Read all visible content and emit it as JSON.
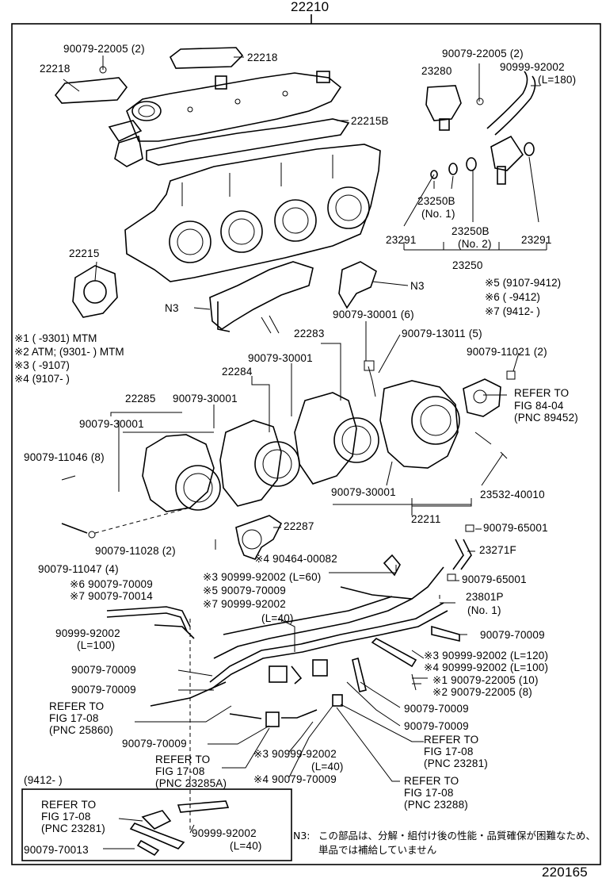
{
  "diagram": {
    "main_number": "22210",
    "figure_number": "220165",
    "callouts": [
      {
        "id": "c01",
        "text": "90079-22005 (2)"
      },
      {
        "id": "c02",
        "text": "22218"
      },
      {
        "id": "c03",
        "text": "22218"
      },
      {
        "id": "c04",
        "text": "22215B"
      },
      {
        "id": "c05",
        "text": "90079-22005 (2)"
      },
      {
        "id": "c06",
        "text": "23280"
      },
      {
        "id": "c07",
        "text": "90999-92002"
      },
      {
        "id": "c08",
        "text": "(L=180)"
      },
      {
        "id": "c09",
        "text": "23250B"
      },
      {
        "id": "c10",
        "text": "(No. 1)"
      },
      {
        "id": "c11",
        "text": "23250B"
      },
      {
        "id": "c12",
        "text": "(No. 2)"
      },
      {
        "id": "c13",
        "text": "23291"
      },
      {
        "id": "c14",
        "text": "23291"
      },
      {
        "id": "c15",
        "text": "23250"
      },
      {
        "id": "c16",
        "text": "22215"
      },
      {
        "id": "c17",
        "text": "N3"
      },
      {
        "id": "c18",
        "text": "N3"
      },
      {
        "id": "c19",
        "text": "90079-30001 (6)"
      },
      {
        "id": "c20",
        "text": "90079-13011 (5)"
      },
      {
        "id": "c21",
        "text": "22283"
      },
      {
        "id": "c22",
        "text": "90079-30001"
      },
      {
        "id": "c23",
        "text": "90079-11021 (2)"
      },
      {
        "id": "c24",
        "text": "22284"
      },
      {
        "id": "c25",
        "text": "REFER TO"
      },
      {
        "id": "c26",
        "text": "FIG 84-04"
      },
      {
        "id": "c27",
        "text": "(PNC 89452)"
      },
      {
        "id": "c28",
        "text": "22285"
      },
      {
        "id": "c29",
        "text": "90079-30001"
      },
      {
        "id": "c30",
        "text": "90079-30001"
      },
      {
        "id": "c31",
        "text": "90079-11046 (8)"
      },
      {
        "id": "c32",
        "text": "90079-30001"
      },
      {
        "id": "c33",
        "text": "23532-40010"
      },
      {
        "id": "c34",
        "text": "22211"
      },
      {
        "id": "c35",
        "text": "22287"
      },
      {
        "id": "c36",
        "text": "90079-65001"
      },
      {
        "id": "c37",
        "text": "90079-11028 (2)"
      },
      {
        "id": "c38",
        "text": "23271F"
      },
      {
        "id": "c39",
        "text": "90079-11047 (4)"
      },
      {
        "id": "c40",
        "text": "※4 90464-00082"
      },
      {
        "id": "c41",
        "text": "90079-65001"
      },
      {
        "id": "c42",
        "text": "※6 90079-70009"
      },
      {
        "id": "c43",
        "text": "※7 90079-70014"
      },
      {
        "id": "c44",
        "text": "※3 90999-92002 (L=60)"
      },
      {
        "id": "c45",
        "text": "※5 90079-70009"
      },
      {
        "id": "c46",
        "text": "※7 90999-92002"
      },
      {
        "id": "c47",
        "text": "(L=40)"
      },
      {
        "id": "c48",
        "text": "23801P"
      },
      {
        "id": "c49",
        "text": "(No. 1)"
      },
      {
        "id": "c50",
        "text": "90999-92002"
      },
      {
        "id": "c51",
        "text": "(L=100)"
      },
      {
        "id": "c52",
        "text": "90079-70009"
      },
      {
        "id": "c53",
        "text": "※3 90999-92002 (L=120)"
      },
      {
        "id": "c54",
        "text": "※4 90999-92002 (L=100)"
      },
      {
        "id": "c55",
        "text": "90079-70009"
      },
      {
        "id": "c56",
        "text": "90079-70009"
      },
      {
        "id": "c57",
        "text": "※1 90079-22005 (10)"
      },
      {
        "id": "c58",
        "text": "※2 90079-22005 (8)"
      },
      {
        "id": "c59",
        "text": "REFER TO"
      },
      {
        "id": "c60",
        "text": "FIG 17-08"
      },
      {
        "id": "c61",
        "text": "(PNC 25860)"
      },
      {
        "id": "c62",
        "text": "90079-70009"
      },
      {
        "id": "c63",
        "text": "90079-70009"
      },
      {
        "id": "c64",
        "text": "90079-70009"
      },
      {
        "id": "c65",
        "text": "REFER TO"
      },
      {
        "id": "c66",
        "text": "FIG 17-08"
      },
      {
        "id": "c67",
        "text": "(PNC 23281)"
      },
      {
        "id": "c68",
        "text": "REFER TO"
      },
      {
        "id": "c69",
        "text": "FIG 17-08"
      },
      {
        "id": "c70",
        "text": "(PNC 23285A)"
      },
      {
        "id": "c71",
        "text": "※3 90999-92002"
      },
      {
        "id": "c72",
        "text": "(L=40)"
      },
      {
        "id": "c73",
        "text": "※4 90079-70009"
      },
      {
        "id": "c74",
        "text": "REFER TO"
      },
      {
        "id": "c75",
        "text": "FIG 17-08"
      },
      {
        "id": "c76",
        "text": "(PNC 23288)"
      },
      {
        "id": "c77",
        "text": "(9412-        )"
      },
      {
        "id": "c78",
        "text": "REFER TO"
      },
      {
        "id": "c79",
        "text": "FIG 17-08"
      },
      {
        "id": "c80",
        "text": "(PNC 23281)"
      },
      {
        "id": "c81",
        "text": "90999-92002"
      },
      {
        "id": "c82",
        "text": "(L=40)"
      },
      {
        "id": "c83",
        "text": "90079-70013"
      }
    ],
    "notes_left": [
      "※1 (        -9301) MTM",
      "※2 ATM; (9301-        ) MTM",
      "※3 (        -9107)",
      "※4 (9107-        )"
    ],
    "notes_right": [
      "※5 (9107-9412)",
      "※6 (        -9412)",
      "※7 (9412-        )"
    ],
    "n3_note": {
      "label": "N3:",
      "line1": "この部品は、分解・組付け後の性能・品質確保が困難なため、",
      "line2": "単品では補給していません"
    }
  }
}
